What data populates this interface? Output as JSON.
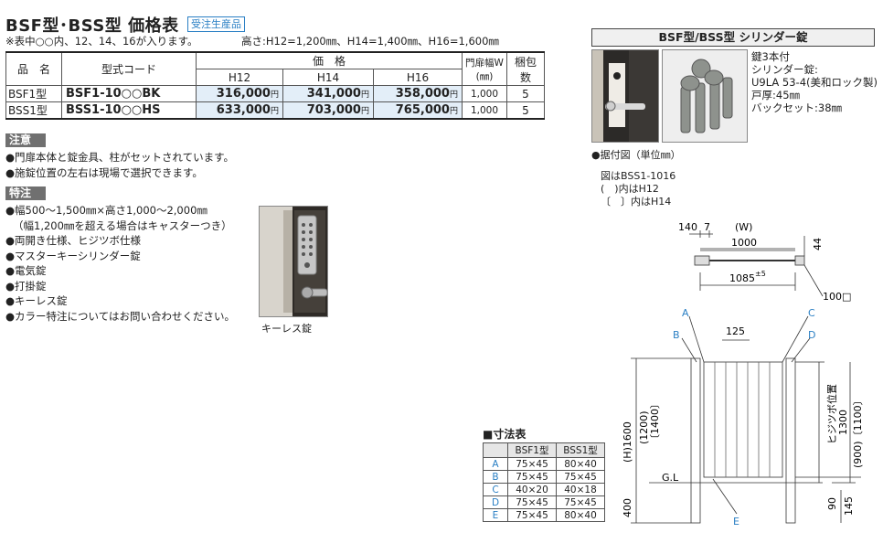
{
  "header": {
    "title": "BSF型･BSS型 価格表",
    "badge": "受注生産品",
    "note": "※表中○○内、12、14、16が入ります。",
    "heights": "高さ:H12=1,200㎜、H14=1,400㎜、H16=1,600㎜"
  },
  "price_table": {
    "col_name": "品　名",
    "col_code": "型式コード",
    "col_price": "価　格",
    "col_width": "門扉幅W",
    "col_width_unit": "(㎜)",
    "col_pack": "梱包",
    "col_pack2": "数",
    "heights": [
      "H12",
      "H14",
      "H16"
    ],
    "yen": "円",
    "rows": [
      {
        "name": "BSF1型",
        "code": "BSF1-10○○BK",
        "p12": "316,000",
        "p14": "341,000",
        "p16": "358,000",
        "width": "1,000",
        "pack": "5"
      },
      {
        "name": "BSS1型",
        "code": "BSS1-10○○HS",
        "p12": "633,000",
        "p14": "703,000",
        "p16": "765,000",
        "width": "1,000",
        "pack": "5"
      }
    ]
  },
  "caution": {
    "heading": "注意",
    "items": [
      "●門扉本体と錠金具、柱がセットされています。",
      "●施錠位置の左右は現場で選択できます。"
    ]
  },
  "special": {
    "heading": "特注",
    "items": [
      "●幅500～1,500㎜×高さ1,000～2,000㎜",
      "（幅1,200㎜を超える場合はキャスターつき）",
      "●両開き仕様、ヒジツボ仕様",
      "●マスターキーシリンダー錠",
      "●電気錠",
      "●打掛錠",
      "●キーレス錠",
      "●カラー特注についてはお問い合わせください。"
    ],
    "photo_caption": "キーレス錠"
  },
  "cylinder": {
    "heading": "BSF型/BSS型 シリンダー錠",
    "lines": [
      "鍵3本付",
      "シリンダー錠:",
      "U9LA 53-4(美和ロック製)",
      "戸厚:45㎜",
      "バックセット:38㎜"
    ]
  },
  "figure": {
    "caption": "●据付図（単位㎜）",
    "sub": [
      "図はBSS1-1016",
      "(　)内はH12",
      "〔　〕内はH14"
    ],
    "plan_labels": {
      "a": "140",
      "b": "7",
      "w": "(W)",
      "w_val": "1000",
      "h44": "44",
      "span": "1085",
      "tol": "±5",
      "post": "100□"
    },
    "elev_labels": {
      "A": "A",
      "B": "B",
      "C": "C",
      "D": "D",
      "E": "E",
      "top": "125",
      "gl": "G.L",
      "h1600": "(H)1600",
      "h1200": "(1200)",
      "h1400": "〔1400〕",
      "b400": "400",
      "hinge": "ヒジツボ位置",
      "v1300": "1300",
      "v900": "(900)〔1100〕",
      "v90": "90",
      "v145": "145"
    }
  },
  "dims_table": {
    "title": "■寸法表",
    "head": [
      "",
      "BSF1型",
      "BSS1型"
    ],
    "rows": [
      {
        "k": "A",
        "f": "75×45",
        "s": "80×40"
      },
      {
        "k": "B",
        "f": "75×45",
        "s": "75×45"
      },
      {
        "k": "C",
        "f": "40×20",
        "s": "40×18"
      },
      {
        "k": "D",
        "f": "75×45",
        "s": "75×45"
      },
      {
        "k": "E",
        "f": "75×45",
        "s": "80×40"
      }
    ]
  },
  "colors": {
    "accent": "#2a7fc4",
    "price_bg": "#e3eef8",
    "section_bg": "#707070"
  }
}
